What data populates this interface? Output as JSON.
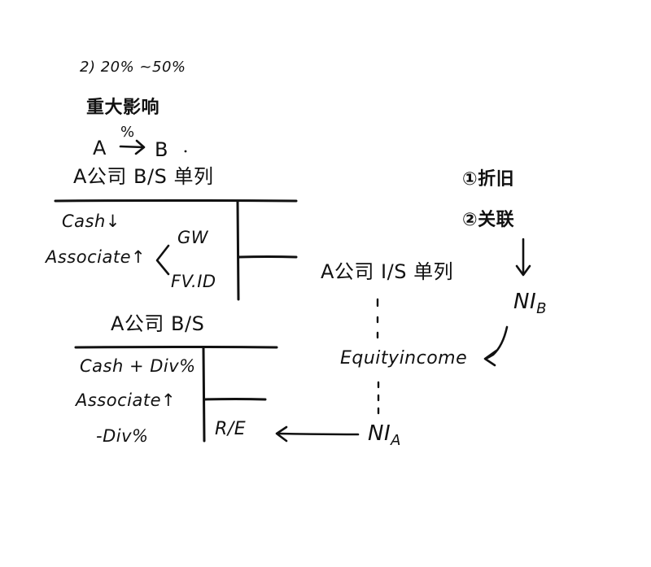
{
  "ink_color": "#111111",
  "background": "#ffffff",
  "top_left": {
    "case_label": "2)  20% ~50%",
    "influence": "重大影响",
    "arrow_pct": "%",
    "from_entity": "A",
    "to_entity": "B"
  },
  "bs_single": {
    "title": "A公司 B/S 单列",
    "asset_cash": "Cash↓",
    "asset_associate": "Associate↑",
    "brace": "<",
    "component_gw": "GW",
    "component_fvid": "FV.ID"
  },
  "bs_group": {
    "title": "A公司 B/S",
    "asset_cash": "Cash + Div%",
    "asset_associate": "Associate↑",
    "asset_div": "-Div%",
    "equity_re": "R/E"
  },
  "income_side": {
    "adjust_1": "①折旧",
    "adjust_2": "②关联",
    "ni_b": "NI",
    "ni_b_sub": "B",
    "is_title": "A公司 I/S 单列",
    "equity_income": "Equityincome",
    "ni_a": "NI",
    "ni_a_sub": "A"
  }
}
